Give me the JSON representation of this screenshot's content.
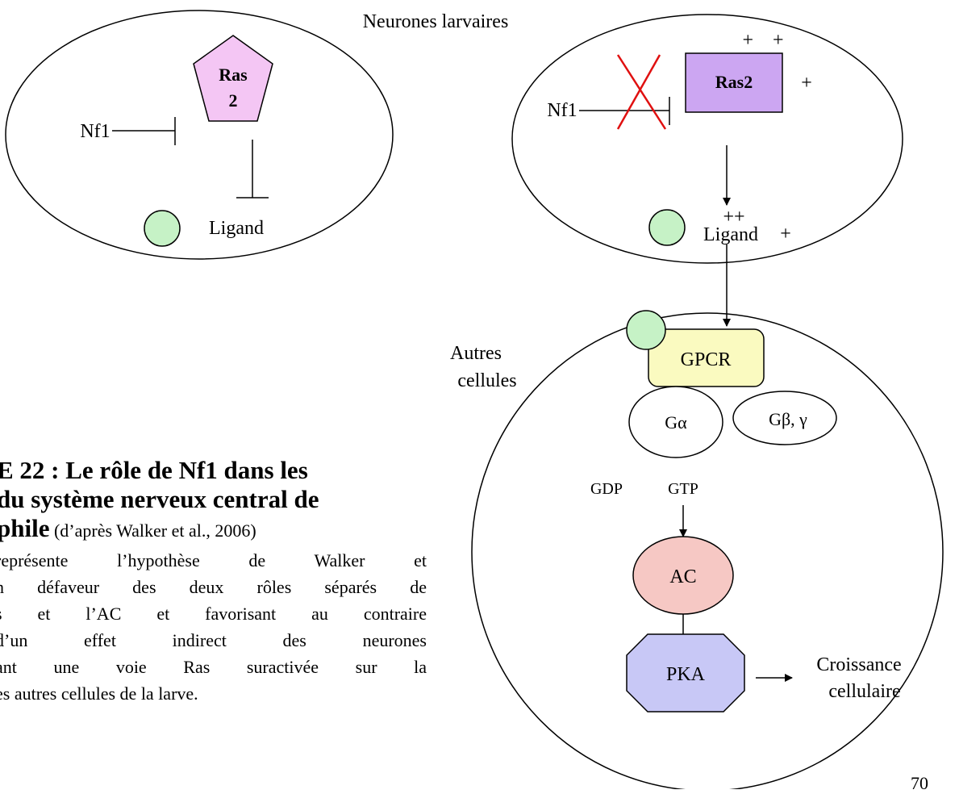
{
  "header": {
    "title": "Neurones larvaires"
  },
  "left_cell": {
    "nf1": "Nf1",
    "ras_line1": "Ras",
    "ras_line2": "2",
    "ligand": "Ligand"
  },
  "right_cell": {
    "nf1": "Nf1",
    "ras": "Ras2",
    "plus_top": "+    +",
    "plus_side": "+",
    "ligand": "Ligand",
    "ligand_plus_top": "++",
    "ligand_plus_side": "+"
  },
  "other_cells": {
    "label_line1": "Autres",
    "label_line2": "cellules",
    "gpcr": "GPCR",
    "g_alpha": "Gα",
    "g_beta_gamma": "Gβ, γ",
    "gdp": "GDP",
    "gtp": "GTP",
    "ac": "AC",
    "pka": "PKA",
    "output_line1": "Croissance",
    "output_line2": "cellulaire"
  },
  "caption": {
    "title_line1": "E 22 : Le rôle de Nf1 dans les",
    "title_line2": " du système nerveux central de",
    "title_line3": "phile",
    "title_ref": " (d’après Walker et al., 2006)",
    "body": [
      "représente l’hypothèse de Walker et",
      "n défaveur des deux rôles séparés de",
      "s et l’AC et favorisant au contraire",
      "d’un effet indirect des neurones",
      "ant une voie Ras suractivée sur la",
      "es autres cellules de la larve."
    ]
  },
  "page_number": "70",
  "colors": {
    "ras2_pentagon": "#f4c6f4",
    "ras2_box": "#cca6f2",
    "ligand_circle": "#c6f2c6",
    "gpcr_box": "#fafac0",
    "ac_circle": "#f6c8c4",
    "pka_octagon": "#c8c8f6",
    "inhibition_cross": "#e01010"
  }
}
